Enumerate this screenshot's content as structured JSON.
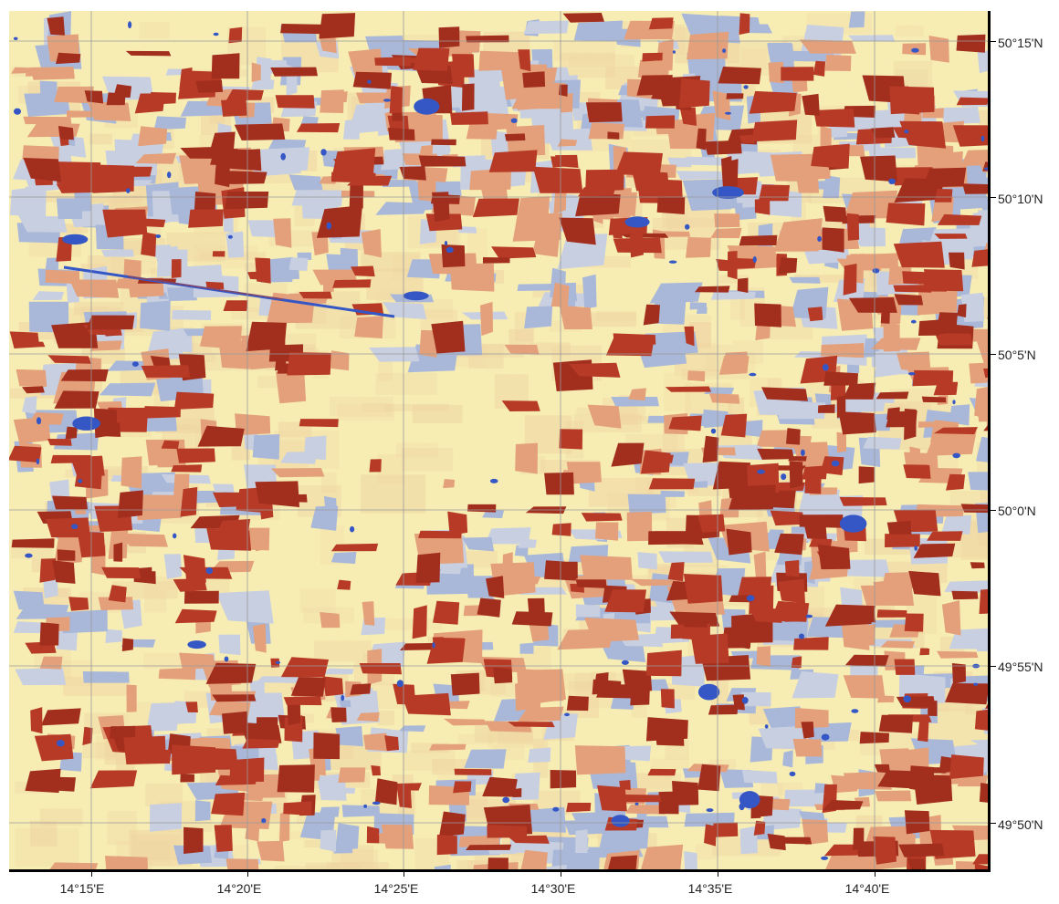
{
  "map": {
    "colors": {
      "background": "#f7eeb2",
      "light_tan": "#efd5a3",
      "salmon": "#e3a07a",
      "red": "#b63a26",
      "dark_red": "#a22e1e",
      "pale_blue": "#c8cfe0",
      "blue_gray": "#a9b8d9",
      "blue": "#3557c6",
      "grid": "#9a9a9a"
    },
    "x_axis": {
      "labels": [
        "14°15'E",
        "14°20'E",
        "14°25'E",
        "14°30'E",
        "14°35'E",
        "14°40'E"
      ]
    },
    "y_axis": {
      "labels": [
        "50°15'N",
        "50°10'N",
        "50°5'N",
        "50°0'N",
        "49°55'N",
        "49°50'N"
      ]
    },
    "features": [
      "red-fields",
      "blue-gray-fields",
      "water-bodies",
      "linear-feature"
    ]
  }
}
